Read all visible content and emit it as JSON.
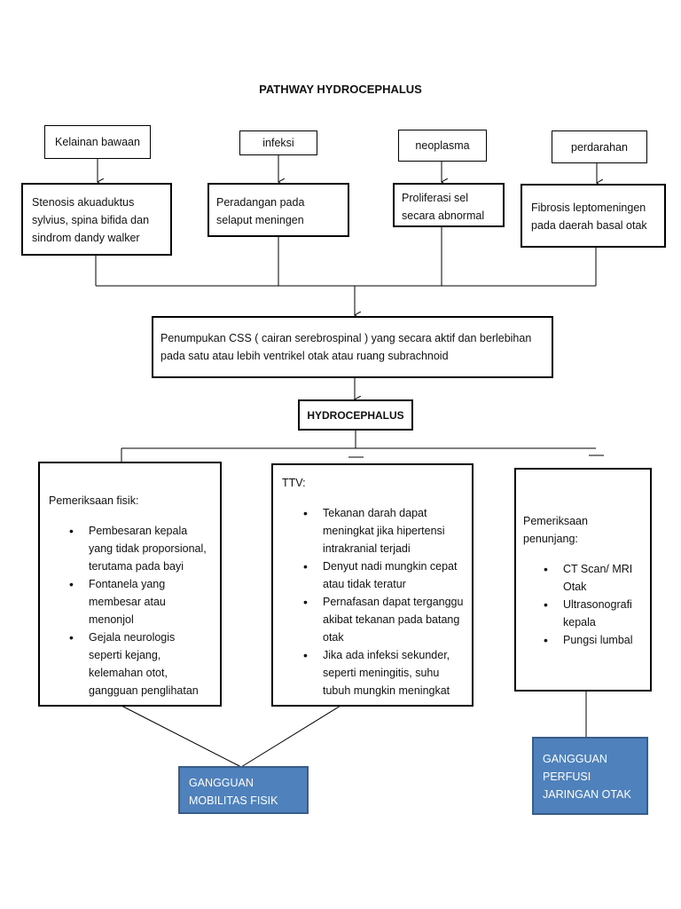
{
  "title": "PATHWAY HYDROCEPHALUS",
  "causes": [
    {
      "label": "Kelainan bawaan",
      "detail": "Stenosis akuaduktus sylvius, spina bifida dan sindrom dandy walker"
    },
    {
      "label": "infeksi",
      "detail": "Peradangan pada selaput meningen"
    },
    {
      "label": "neoplasma",
      "detail": "Proliferasi sel secara abnormal"
    },
    {
      "label": "perdarahan",
      "detail": "Fibrosis leptomeningen pada daerah basal otak"
    }
  ],
  "accumulation": "Penumpukan CSS ( cairan serebrospinal ) yang secara aktif dan berlebihan pada satu atau lebih ventrikel otak atau ruang subrachnoid",
  "diagnosis": "HYDROCEPHALUS",
  "exam_physical": {
    "heading": "Pemeriksaan fisik:",
    "items": [
      "Pembesaran kepala yang tidak proporsional, terutama pada bayi",
      "Fontanela yang membesar atau menonjol",
      "Gejala neurologis seperti kejang, kelemahan otot, gangguan penglihatan"
    ]
  },
  "ttv": {
    "heading": "TTV:",
    "items": [
      "Tekanan darah dapat meningkat jika hipertensi intrakranial terjadi",
      "Denyut nadi mungkin cepat atau tidak teratur",
      "Pernafasan dapat terganggu akibat tekanan pada batang otak",
      "Jika ada infeksi sekunder, seperti meningitis, suhu tubuh mungkin meningkat"
    ]
  },
  "exam_support": {
    "heading": "Pemeriksaan penunjang:",
    "items": [
      "CT Scan/ MRI Otak",
      "Ultrasonografi kepala",
      "Pungsi lumbal"
    ]
  },
  "outcomes": {
    "mobility": "GANGGUAN MOBILITAS FISIK",
    "perfusion": "GANGGUAN PERFUSI JARINGAN OTAK"
  },
  "colors": {
    "outcome_fill": "#4f81bd",
    "outcome_border": "#385d8a"
  }
}
